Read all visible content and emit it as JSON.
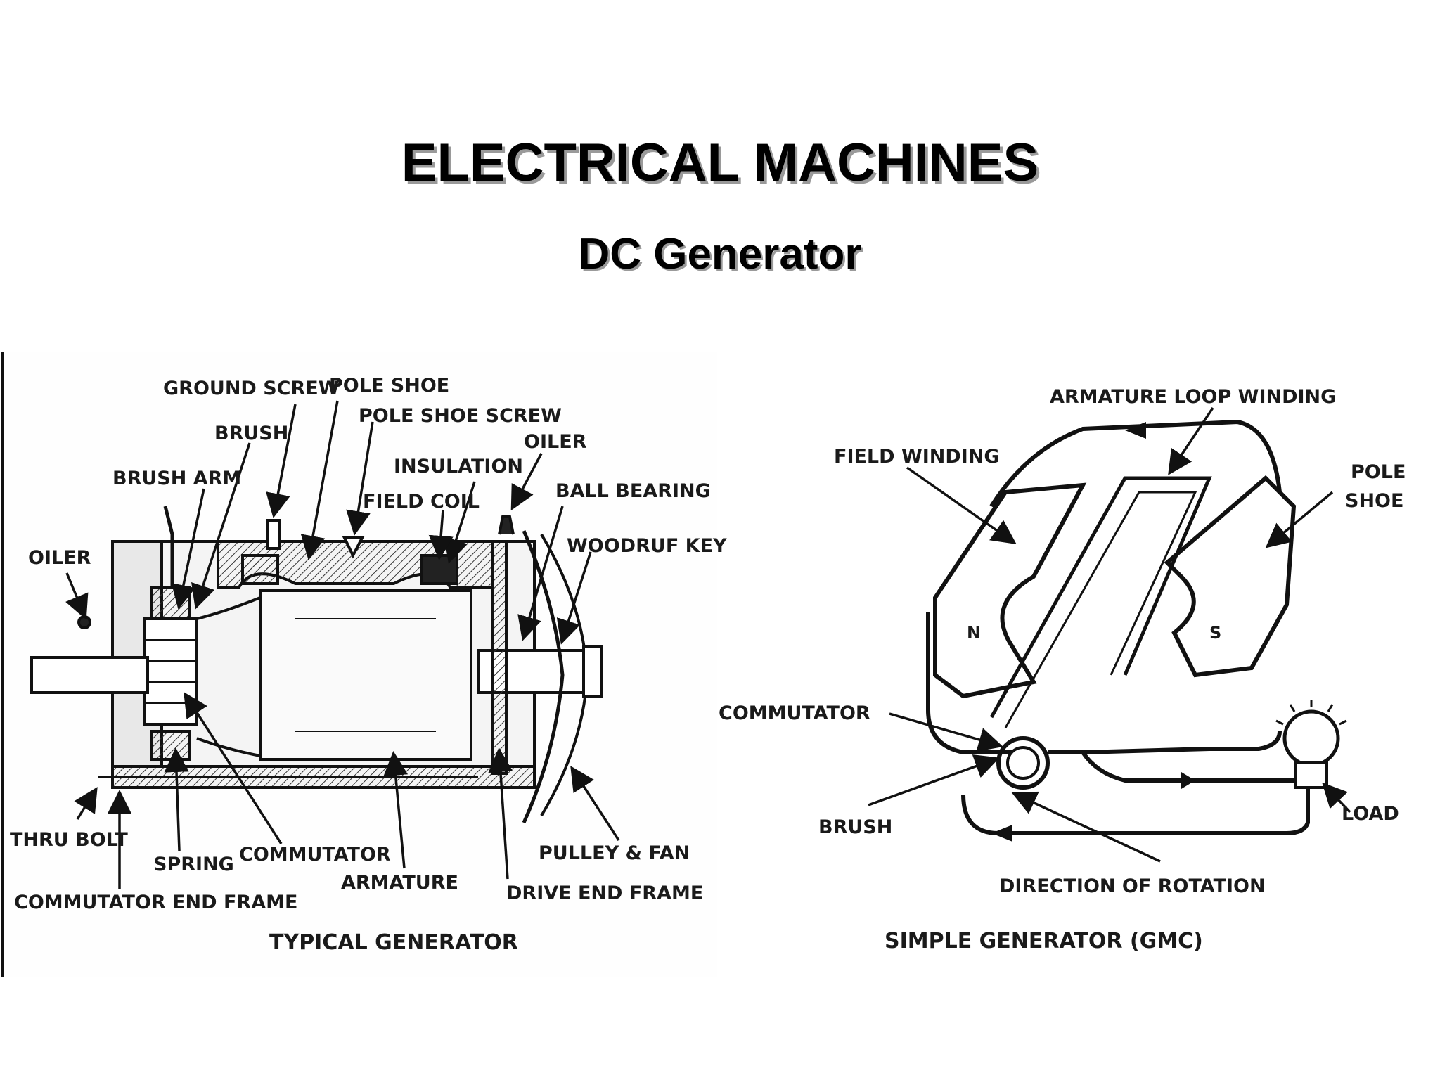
{
  "slide": {
    "title": "ELECTRICAL MACHINES",
    "subtitle": "DC Generator"
  },
  "typical_generator": {
    "caption": "TYPICAL GENERATOR",
    "labels": {
      "ground_screw": "GROUND SCREW",
      "pole_shoe": "POLE SHOE",
      "pole_shoe_screw": "POLE SHOE SCREW",
      "brush": "BRUSH",
      "oiler_top": "OILER",
      "insulation": "INSULATION",
      "brush_arm": "BRUSH ARM",
      "field_coil": "FIELD COIL",
      "ball_bearing": "BALL BEARING",
      "oiler_left": "OILER",
      "woodruf_key": "WOODRUF KEY",
      "thru_bolt": "THRU BOLT",
      "spring": "SPRING",
      "commutator": "COMMUTATOR",
      "armature": "ARMATURE",
      "pulley_fan": "PULLEY & FAN",
      "drive_end_frame": "DRIVE END FRAME",
      "commutator_end_frame": "COMMUTATOR END FRAME"
    }
  },
  "simple_generator": {
    "caption": "SIMPLE GENERATOR (GMC)",
    "labels": {
      "armature_loop_winding": "ARMATURE LOOP WINDING",
      "field_winding": "FIELD WINDING",
      "pole_shoe_line1": "POLE",
      "pole_shoe_line2": "SHOE",
      "commutator": "COMMUTATOR",
      "brush": "BRUSH",
      "load": "LOAD",
      "direction_of_rotation": "DIRECTION OF ROTATION",
      "north": "N",
      "south": "S"
    }
  }
}
